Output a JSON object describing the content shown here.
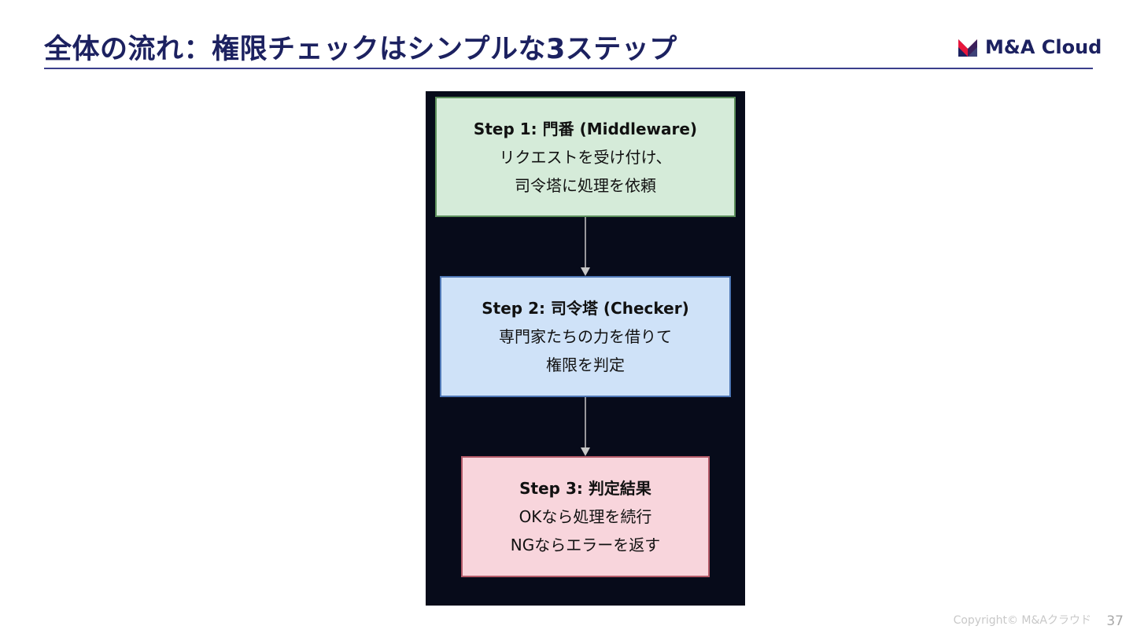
{
  "slide": {
    "title": "全体の流れ：権限チェックはシンプルな3ステップ",
    "logo_text": "M&A Cloud",
    "footer_copyright": "Copyright© M&Aクラウド",
    "page_number": "37"
  },
  "diagram": {
    "steps": [
      {
        "heading": "Step 1: 門番 (Middleware)",
        "lines": [
          "リクエストを受け付け、",
          "司令塔に処理を依頼"
        ]
      },
      {
        "heading": "Step 2: 司令塔 (Checker)",
        "lines": [
          "専門家たちの力を借りて",
          "権限を判定"
        ]
      },
      {
        "heading": "Step 3: 判定結果",
        "lines": [
          "OKなら処理を続行",
          "NGならエラーを返す"
        ]
      }
    ]
  },
  "colors": {
    "title": "#1c2160",
    "rule": "#3b3f8c",
    "diagram_background": "#070b1a",
    "step1_fill": "#d5ebd9",
    "step2_fill": "#cfe2f8",
    "step3_fill": "#f8d5dc",
    "arrow": "#c8c8c8"
  }
}
